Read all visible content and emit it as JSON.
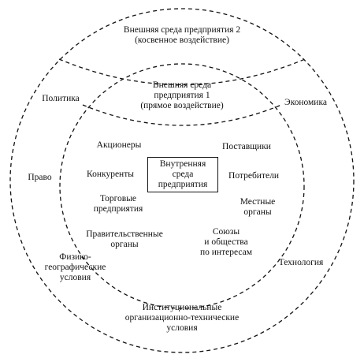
{
  "outer_header": "Внешняя среда предприятия 2\n(косвенное воздействие)",
  "inner_header": "Внешняя среда\nпредприятия 1\n(прямое воздействие)",
  "core": "Внутренняя\nсреда\nпредприятия",
  "inner_items": {
    "shareholders": "Акционеры",
    "suppliers": "Поставщики",
    "competitors": "Конкуренты",
    "consumers": "Потребители",
    "trade_enterprises": "Торговые\nпредприятия",
    "local_authorities": "Местные\nорганы",
    "government_bodies": "Правительственные\nорганы",
    "unions_societies": "Союзы\nи общества\nпо интересам"
  },
  "outer_items": {
    "politics": "Политика",
    "economy": "Экономика",
    "law": "Право",
    "technology": "Технология",
    "physical_geographic": "Физико-\nгеографические\nусловия",
    "institutional": "Институциональные\nорганизационно-технические\nусловия"
  }
}
